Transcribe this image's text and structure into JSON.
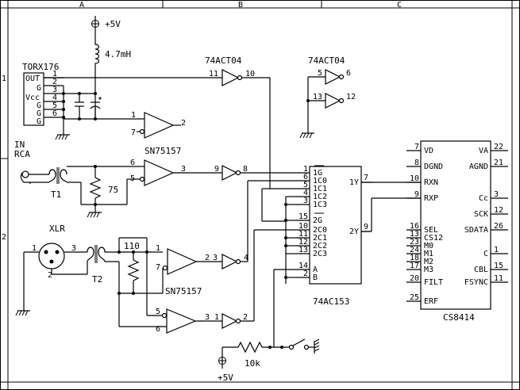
{
  "frame": {
    "columns": [
      "A",
      "B",
      "C"
    ],
    "rows": [
      "1",
      "2"
    ]
  },
  "power": {
    "vcc_top": "+5V",
    "vcc_bottom": "+5V"
  },
  "components": {
    "inductor": "4.7mH",
    "resistor_75": "75",
    "resistor_110": "110",
    "resistor_10k": "10k",
    "t1": "T1",
    "t2": "T2"
  },
  "torx": {
    "name": "TORX176",
    "pins": [
      {
        "num": "1",
        "label": "OUT"
      },
      {
        "num": "2",
        "label": "G"
      },
      {
        "num": "3",
        "label": "Vcc"
      },
      {
        "num": "4",
        "label": "G"
      },
      {
        "num": "5",
        "label": "G"
      },
      {
        "num": "6",
        "label": "G"
      }
    ]
  },
  "inputs": {
    "rca": [
      "IN",
      "RCA"
    ],
    "xlr": "XLR",
    "xlr_pins": [
      "1",
      "2",
      "3"
    ]
  },
  "gates": {
    "inverter_top_name": "74ACT04",
    "inverter_spare_name": "74ACT04",
    "rx1_name": "SN75157",
    "rx2_name": "SN75157",
    "pins": {
      "g11": "11",
      "g10": "10",
      "g5": "5",
      "g6": "6",
      "g13": "13",
      "g12": "12",
      "rx1_in1": "1",
      "rx1_in7": "7",
      "rx1_out": "2",
      "rx2_in6": "6",
      "rx2_in5": "5",
      "rx2_out": "3",
      "inv9": "9",
      "inv8": "8",
      "rx3_in1": "1",
      "rx3_in7": "7",
      "rx3_out": "2",
      "inv3": "3",
      "inv4": "4",
      "rx4_in5": "5",
      "rx4_in6": "6",
      "rx4_out": "3",
      "inv1": "1",
      "inv2": "2"
    }
  },
  "mux": {
    "name": "74AC153",
    "left_pins": [
      {
        "num": "1",
        "label": "1G"
      },
      {
        "num": "6",
        "label": "1C0"
      },
      {
        "num": "5",
        "label": "1C1"
      },
      {
        "num": "4",
        "label": "1C2"
      },
      {
        "num": "3",
        "label": "1C3"
      },
      {
        "num": "15",
        "label": "2G"
      },
      {
        "num": "10",
        "label": "2C0"
      },
      {
        "num": "11",
        "label": "2C1"
      },
      {
        "num": "12",
        "label": "2C2"
      },
      {
        "num": "13",
        "label": "2C3"
      },
      {
        "num": "14",
        "label": "A"
      },
      {
        "num": "2",
        "label": "B"
      }
    ],
    "right_pins": [
      {
        "num": "7",
        "label": "1Y"
      },
      {
        "num": "9",
        "label": "2Y"
      }
    ]
  },
  "receiver": {
    "name": "CS8414",
    "left_pins": [
      {
        "num": "7",
        "label": "VD"
      },
      {
        "num": "8",
        "label": "DGND"
      },
      {
        "num": "10",
        "label": "RXN"
      },
      {
        "num": "9",
        "label": "RXP"
      },
      {
        "num": "16",
        "label": "SEL"
      },
      {
        "num": "13",
        "label": "CS12"
      },
      {
        "num": "23",
        "label": "M0"
      },
      {
        "num": "24",
        "label": "M1"
      },
      {
        "num": "18",
        "label": "M2"
      },
      {
        "num": "17",
        "label": "M3"
      },
      {
        "num": "20",
        "label": "FILT"
      },
      {
        "num": "25",
        "label": "ERF"
      }
    ],
    "right_pins": [
      {
        "num": "22",
        "label": "VA"
      },
      {
        "num": "21",
        "label": "AGND"
      },
      {
        "num": "3",
        "label": "Cc"
      },
      {
        "num": "12",
        "label": "SCK"
      },
      {
        "num": "26",
        "label": "SDATA"
      },
      {
        "num": "1",
        "label": "C"
      },
      {
        "num": "15",
        "label": "CBL"
      },
      {
        "num": "11",
        "label": "FSYNC"
      }
    ]
  }
}
